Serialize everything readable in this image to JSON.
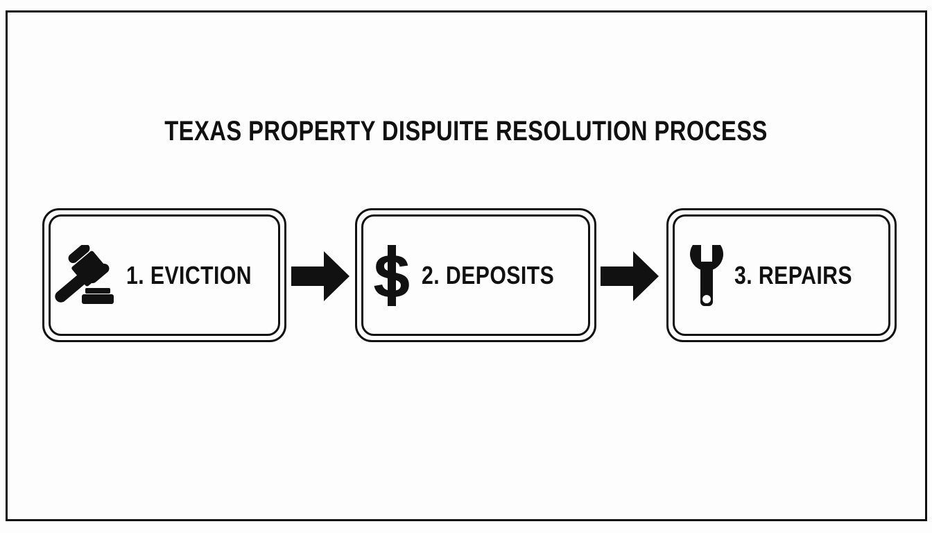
{
  "page": {
    "title": "TEXAS PROPERTY DISPUITE RESOLUTION PROCESS",
    "background_color": "#fdfdfd",
    "ink_color": "#111111"
  },
  "diagram": {
    "type": "process-flow",
    "orientation": "horizontal",
    "step_count": 3,
    "steps": [
      {
        "label": "1. EVICTION",
        "number": "1",
        "name": "EVICTION",
        "icon": "gavel-icon"
      },
      {
        "label": "2. DEPOSITS",
        "number": "2",
        "name": "DEPOSITS",
        "icon": "dollar-sign-icon"
      },
      {
        "label": "3. REPAIRS",
        "number": "3",
        "name": "REPAIRS",
        "icon": "wrench-icon"
      }
    ],
    "connectors": [
      {
        "icon": "arrow-right-icon",
        "from": "1. EVICTION",
        "to": "2. DEPOSITS"
      },
      {
        "icon": "arrow-right-icon",
        "from": "2. DEPOSITS",
        "to": "3. REPAIRS"
      }
    ]
  }
}
